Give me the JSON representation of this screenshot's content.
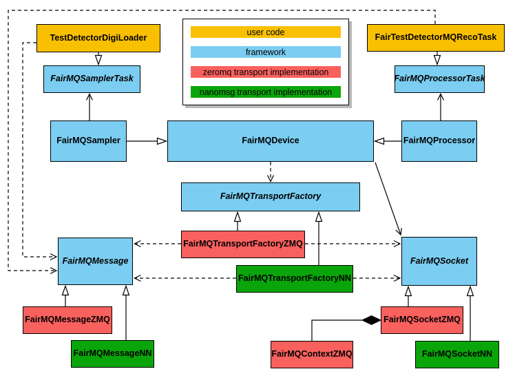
{
  "colors": {
    "user_code": "#F9C001",
    "framework": "#7BCDF1",
    "zeromq": "#F9615E",
    "nanomsg": "#0AA50A"
  },
  "legend": {
    "items": [
      {
        "label": "user code",
        "color": "#F9C001"
      },
      {
        "label": "framework",
        "color": "#7BCDF1"
      },
      {
        "label": "zeromq transport implementation",
        "color": "#F9615E"
      },
      {
        "label": "nanomsg transport implementation",
        "color": "#0AA50A"
      }
    ]
  },
  "nodes": {
    "digiLoader": {
      "label": "TestDetectorDigiLoader",
      "type": "user_code",
      "abstract": false
    },
    "samplerTask": {
      "label": "FairMQSamplerTask",
      "type": "framework",
      "abstract": true
    },
    "sampler": {
      "label": "FairMQSampler",
      "type": "framework",
      "abstract": false
    },
    "recoTask": {
      "label": "FairTestDetectorMQRecoTask",
      "type": "user_code",
      "abstract": false
    },
    "processorTask": {
      "label": "FairMQProcessorTask",
      "type": "framework",
      "abstract": true
    },
    "processor": {
      "label": "FairMQProcessor",
      "type": "framework",
      "abstract": false
    },
    "device": {
      "label": "FairMQDevice",
      "type": "framework",
      "abstract": false
    },
    "transportFactory": {
      "label": "FairMQTransportFactory",
      "type": "framework",
      "abstract": true
    },
    "transportFactoryZMQ": {
      "label": "FairMQTransportFactoryZMQ",
      "type": "zeromq",
      "abstract": false
    },
    "transportFactoryNN": {
      "label": "FairMQTransportFactoryNN",
      "type": "nanomsg",
      "abstract": false
    },
    "message": {
      "label": "FairMQMessage",
      "type": "framework",
      "abstract": true
    },
    "messageZMQ": {
      "label": "FairMQMessageZMQ",
      "type": "zeromq",
      "abstract": false
    },
    "messageNN": {
      "label": "FairMQMessageNN",
      "type": "nanomsg",
      "abstract": false
    },
    "socket": {
      "label": "FairMQSocket",
      "type": "framework",
      "abstract": true
    },
    "socketZMQ": {
      "label": "FairMQSocketZMQ",
      "type": "zeromq",
      "abstract": false
    },
    "socketNN": {
      "label": "FairMQSocketNN",
      "type": "nanomsg",
      "abstract": false
    },
    "contextZMQ": {
      "label": "FairMQContextZMQ",
      "type": "zeromq",
      "abstract": false
    }
  },
  "edges": [
    {
      "from": "TestDetectorDigiLoader",
      "to": "FairMQSamplerTask",
      "type": "inheritance"
    },
    {
      "from": "FairTestDetectorMQRecoTask",
      "to": "FairMQProcessorTask",
      "type": "inheritance"
    },
    {
      "from": "FairMQSampler",
      "to": "FairMQDevice",
      "type": "inheritance"
    },
    {
      "from": "FairMQProcessor",
      "to": "FairMQDevice",
      "type": "inheritance"
    },
    {
      "from": "FairMQTransportFactoryZMQ",
      "to": "FairMQTransportFactory",
      "type": "inheritance"
    },
    {
      "from": "FairMQTransportFactoryNN",
      "to": "FairMQTransportFactory",
      "type": "inheritance"
    },
    {
      "from": "FairMQMessageZMQ",
      "to": "FairMQMessage",
      "type": "inheritance"
    },
    {
      "from": "FairMQMessageNN",
      "to": "FairMQMessage",
      "type": "inheritance"
    },
    {
      "from": "FairMQSocketZMQ",
      "to": "FairMQSocket",
      "type": "inheritance"
    },
    {
      "from": "FairMQSocketNN",
      "to": "FairMQSocket",
      "type": "inheritance"
    },
    {
      "from": "FairMQSampler",
      "to": "FairMQSamplerTask",
      "type": "association"
    },
    {
      "from": "FairMQProcessor",
      "to": "FairMQProcessorTask",
      "type": "association"
    },
    {
      "from": "FairMQDevice",
      "to": "FairMQSocket",
      "type": "association"
    },
    {
      "from": "FairMQDevice",
      "to": "FairMQTransportFactory",
      "type": "dependency"
    },
    {
      "from": "FairMQTransportFactoryZMQ",
      "to": "FairMQMessage",
      "type": "dependency"
    },
    {
      "from": "FairMQTransportFactoryZMQ",
      "to": "FairMQSocket",
      "type": "dependency"
    },
    {
      "from": "FairMQTransportFactoryNN",
      "to": "FairMQMessage",
      "type": "dependency"
    },
    {
      "from": "FairMQTransportFactoryNN",
      "to": "FairMQSocket",
      "type": "dependency"
    },
    {
      "from": "TestDetectorDigiLoader",
      "to": "FairMQMessage",
      "type": "dependency"
    },
    {
      "from": "FairTestDetectorMQRecoTask",
      "to": "FairMQMessage",
      "type": "dependency"
    },
    {
      "from": "FairMQSocketZMQ",
      "to": "FairMQContextZMQ",
      "type": "composition"
    }
  ]
}
